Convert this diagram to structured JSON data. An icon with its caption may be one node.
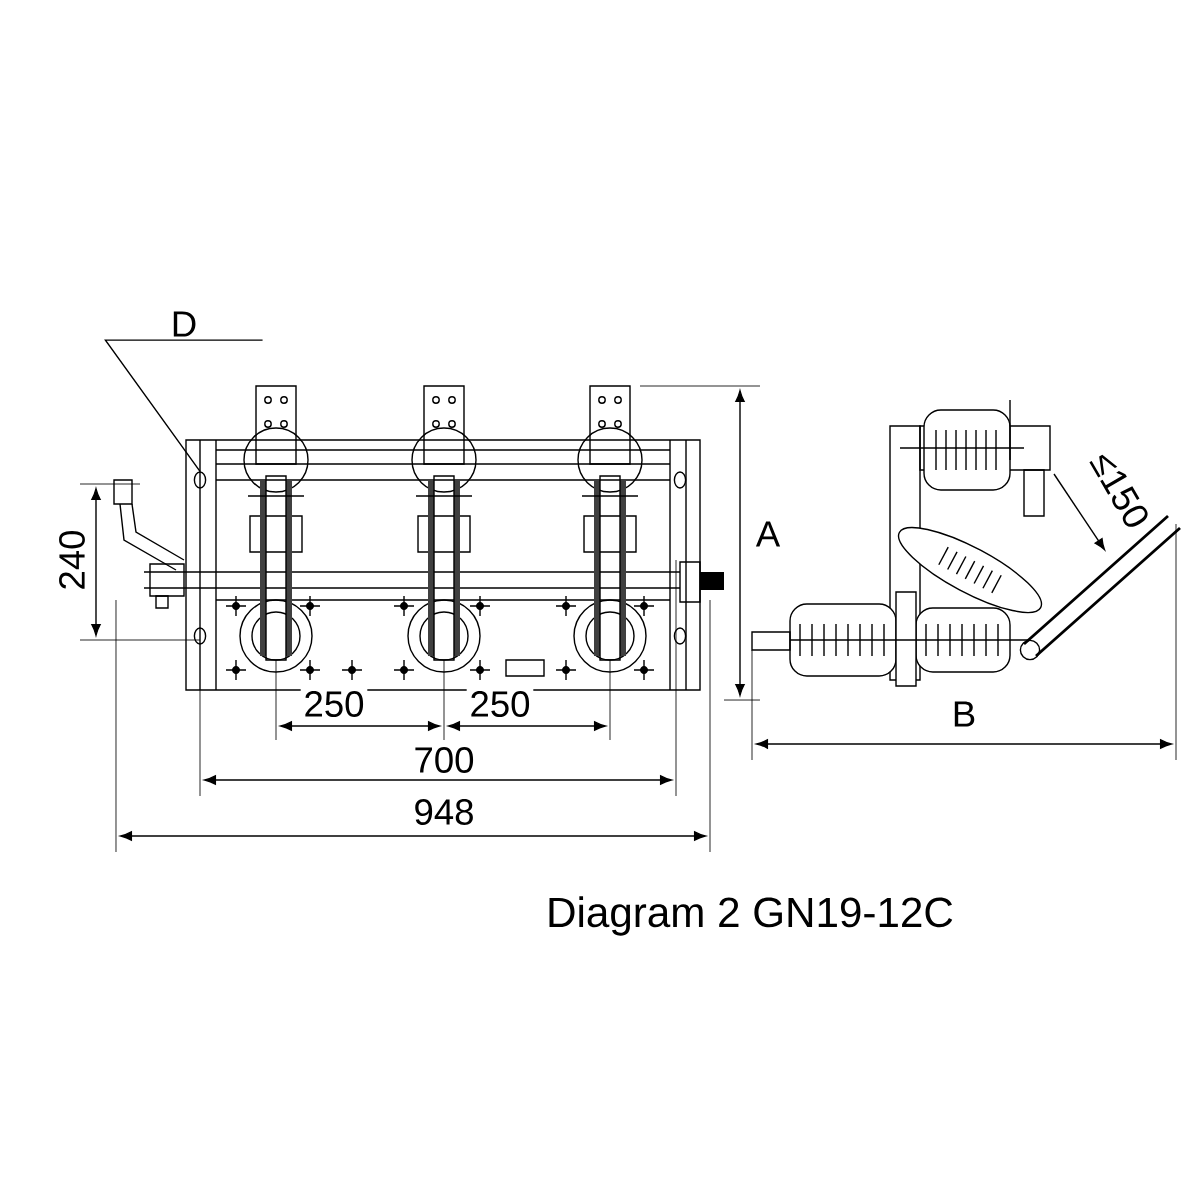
{
  "diagram": {
    "caption": "Diagram 2  GN19-12C",
    "nodes": [
      {
        "text": [
          "D"
        ]
      },
      {
        "text": [],
        "shape": "circle"
      }
    ],
    "edges": [
      {
        "from": 0,
        "to": 1,
        "arrow": "none"
      }
    ],
    "labels": [
      "240",
      "250",
      "250",
      "700",
      "948",
      "A",
      "B",
      "≤150"
    ]
  }
}
